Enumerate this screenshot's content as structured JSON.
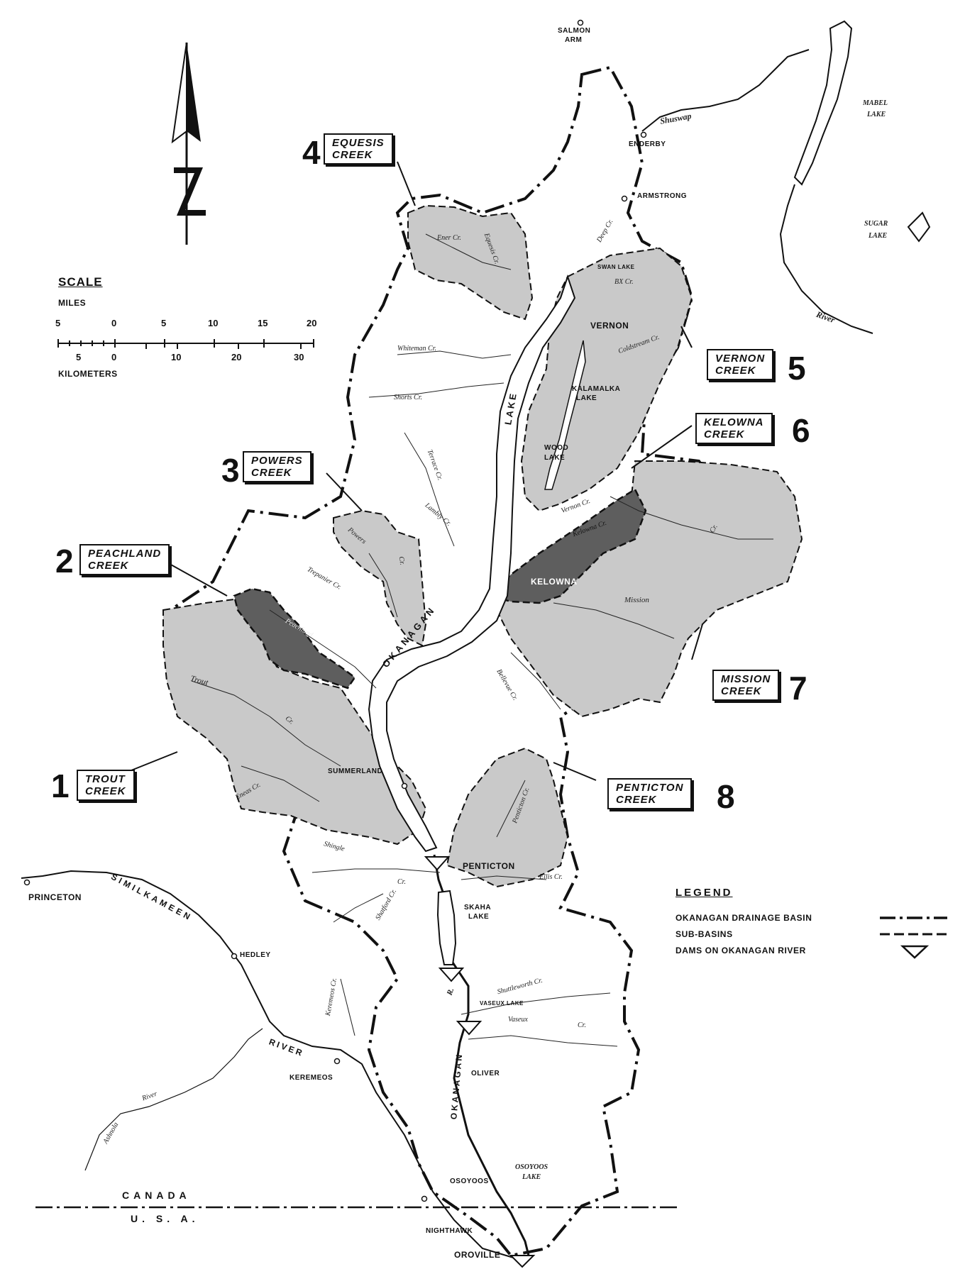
{
  "north_arrow_icon": "north-arrow-icon",
  "scale": {
    "title": "SCALE",
    "miles_label": "MILES",
    "km_label": "KILOMETERS",
    "miles_ticks": [
      "5",
      "0",
      "5",
      "10",
      "15",
      "20"
    ],
    "km_ticks": [
      "5",
      "0",
      "10",
      "20",
      "30"
    ]
  },
  "legend": {
    "title": "LEGEND",
    "items": [
      {
        "label": "OKANAGAN DRAINAGE BASIN",
        "symbol": "dash-dot-line"
      },
      {
        "label": "SUB-BASINS",
        "symbol": "dashed-line"
      },
      {
        "label": "DAMS ON OKANAGAN RIVER",
        "symbol": "triangle-icon"
      }
    ]
  },
  "callouts": [
    {
      "num": "1",
      "line1": "TROUT",
      "line2": "CREEK"
    },
    {
      "num": "2",
      "line1": "PEACHLAND",
      "line2": "CREEK"
    },
    {
      "num": "3",
      "line1": "POWERS",
      "line2": "CREEK"
    },
    {
      "num": "4",
      "line1": "EQUESIS",
      "line2": "CREEK"
    },
    {
      "num": "5",
      "line1": "VERNON",
      "line2": "CREEK"
    },
    {
      "num": "6",
      "line1": "KELOWNA",
      "line2": "CREEK"
    },
    {
      "num": "7",
      "line1": "MISSION",
      "line2": "CREEK"
    },
    {
      "num": "8",
      "line1": "PENTICTON",
      "line2": "CREEK"
    }
  ],
  "places": {
    "salmon_arm_1": "SALMON",
    "salmon_arm_2": "ARM",
    "enderby": "ENDERBY",
    "armstrong": "ARMSTRONG",
    "mabel_lake_1": "MABEL",
    "mabel_lake_2": "LAKE",
    "sugar_lake_1": "SUGAR",
    "sugar_lake_2": "LAKE",
    "swan_lake": "SWAN LAKE",
    "vernon": "VERNON",
    "kalamalka_1": "KALAMALKA",
    "kalamalka_2": "LAKE",
    "wood_lake_1": "WOOD",
    "wood_lake_2": "LAKE",
    "kelowna": "KELOWNA",
    "summerland": "SUMMERLAND",
    "penticton": "PENTICTON",
    "skaha_1": "SKAHA",
    "skaha_2": "LAKE",
    "princeton": "PRINCETON",
    "hedley": "HEDLEY",
    "keremeos": "KEREMEOS",
    "oliver": "OLIVER",
    "vaseux_lake": "VASEUX LAKE",
    "osoyoos": "OSOYOOS",
    "osoyoos_lake_1": "OSOYOOS",
    "osoyoos_lake_2": "LAKE",
    "nighthawk": "NIGHTHAWK",
    "oroville": "OROVILLE",
    "lake": "LAKE",
    "okanagan_lake": "OKANAGAN",
    "okanagan_river": "OKANAGAN",
    "similkameen": "SIMILKAMEEN",
    "river": "RIVER",
    "canada": "CANADA",
    "usa": "U. S. A."
  },
  "streams": {
    "shuswap": "Shuswap",
    "river_east": "River",
    "deep_cr": "Deep Cr.",
    "bx_cr": "BX Cr.",
    "coldstream_cr": "Coldstream Cr.",
    "ener_cr": "Ener Cr.",
    "equesis_cr": "Equesis Cr.",
    "whiteman_cr": "Whiteman Cr.",
    "shorts_cr": "Shorts Cr.",
    "terrace_cr": "Terrace Cr.",
    "powers": "Powers",
    "powers_cr": "Cr.",
    "lambly_cr": "Lambly Cr.",
    "trepanier_cr": "Trepanier Cr.",
    "peachland": "Peachland",
    "trout": "Trout",
    "trout_cr": "Cr.",
    "eneas_cr": "Eneas Cr.",
    "vernon_cr": "Vernon Cr.",
    "kelowna_cr": "Kelowna Cr.",
    "mission": "Mission",
    "mission_cr": "Cr.",
    "bellevue_cr": "Bellevue Cr.",
    "penticton_cr": "Penticton Cr.",
    "shingle": "Shingle",
    "shingle_cr": "Cr.",
    "ellis_cr": "Ellis Cr.",
    "shatford_cr": "Shatford Cr.",
    "shuttleworth_cr": "Shuttleworth Cr.",
    "vaseux": "Vaseux",
    "vaseux_cr": "Cr.",
    "keremeos_cr": "Keremeos Cr.",
    "ashnola": "Ashnola",
    "ashnola_river": "River",
    "okanagan_r": "R."
  },
  "colors": {
    "ink": "#111111",
    "subbasin_light": "#c9c9c9",
    "subbasin_dark": "#5e5e5e",
    "paper": "#ffffff"
  }
}
